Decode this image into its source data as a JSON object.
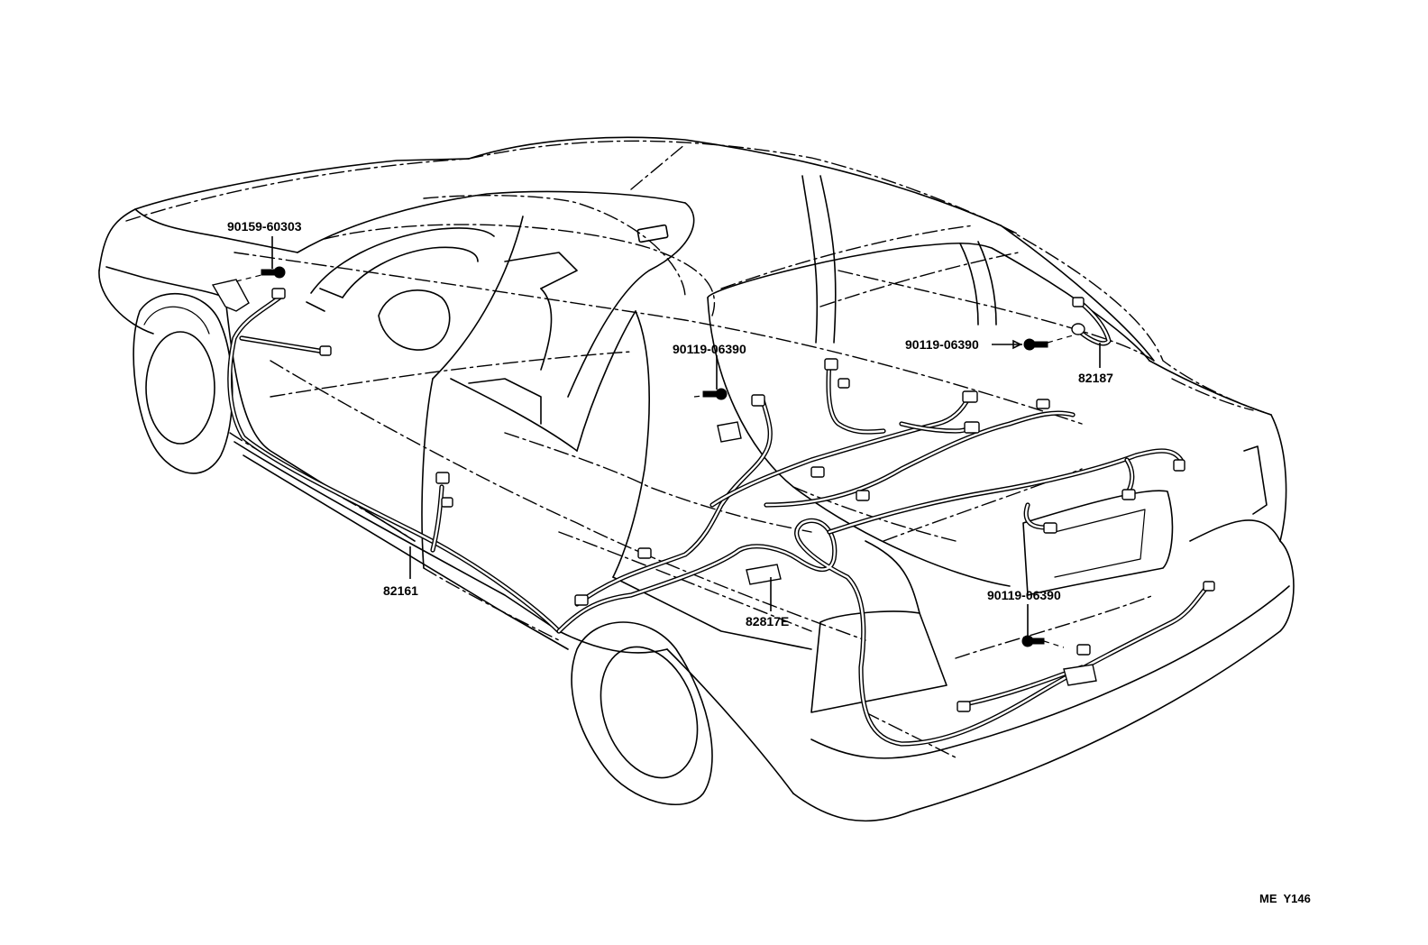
{
  "diagram": {
    "part_labels": [
      {
        "id": "ground-bolt-front",
        "text": "90159-60303"
      },
      {
        "id": "ground-bolt-center",
        "text": "90119-06390"
      },
      {
        "id": "ground-bolt-right",
        "text": "90119-06390"
      },
      {
        "id": "ground-bolt-rear",
        "text": "90119-06390"
      },
      {
        "id": "wire-harness-floor",
        "text": "82161"
      },
      {
        "id": "harness-protector",
        "text": "82817E"
      },
      {
        "id": "wire-harness-trunk",
        "text": "82187"
      }
    ],
    "figure_code": "ME  Y146"
  }
}
